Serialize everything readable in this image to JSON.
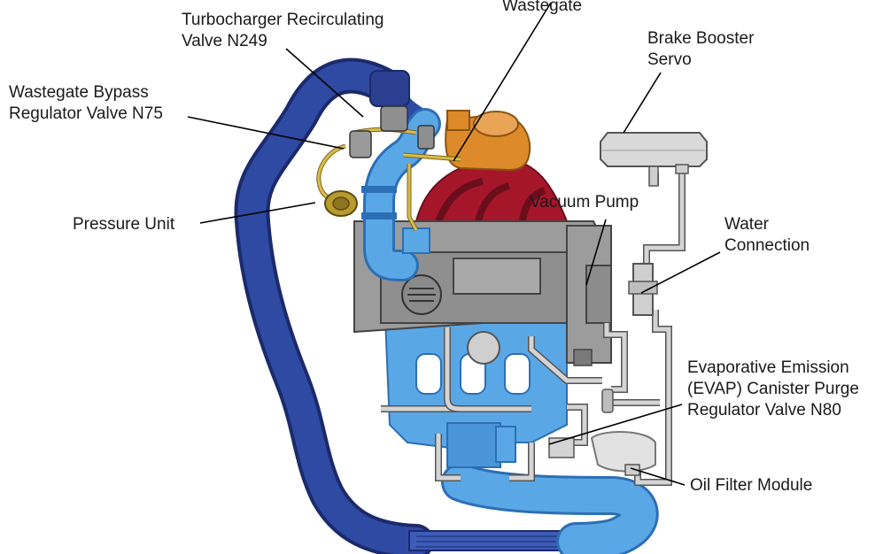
{
  "labels": {
    "wastegate": "Wastegate",
    "turbo_recirc": [
      "Turbocharger Recirculating",
      "Valve N249"
    ],
    "bypass_valve": [
      "Wastegate Bypass",
      "Regulator Valve N75"
    ],
    "pressure_unit": "Pressure Unit",
    "brake_booster": [
      "Brake Booster",
      "Servo"
    ],
    "vacuum_pump": "Vacuum Pump",
    "water_connection": [
      "Water",
      "Connection"
    ],
    "evap": [
      "Evaporative Emission",
      "(EVAP) Canister Purge",
      "Regulator Valve N80"
    ],
    "oil_filter": "Oil Filter Module"
  },
  "colors": {
    "dark_hose": "#2a3f8f",
    "light_blue": "#5aa7e6",
    "engine_gray": "#9c9c9c",
    "manifold_red": "#a6162a",
    "turbo_orange": "#dc8a2a",
    "vacuum_line": "#d4d4d4",
    "pressure_gold": "#b89a2e"
  }
}
